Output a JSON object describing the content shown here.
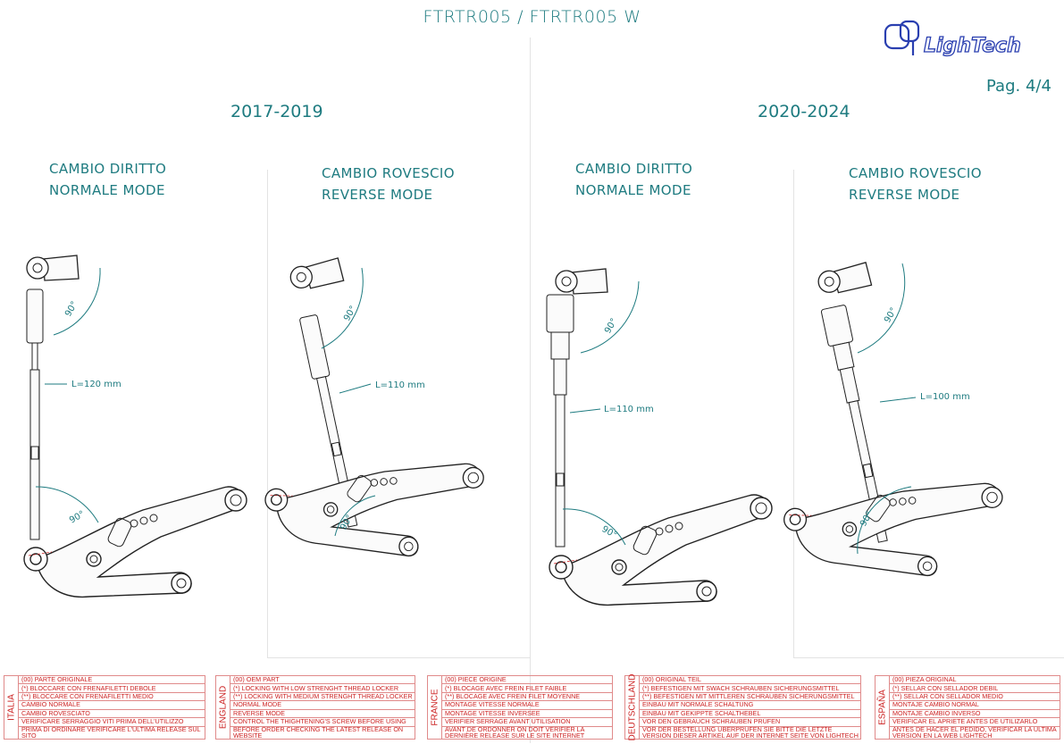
{
  "header": {
    "title": "FTRTR005 / FTRTR005 W",
    "brand": "LighTech",
    "page": "Pag. 4/4"
  },
  "periods": [
    "2017-2019",
    "2020-2024"
  ],
  "panels": [
    {
      "mode_it": "CAMBIO DIRITTO",
      "mode_en": "NORMALE MODE",
      "length": "L=120 mm",
      "angle_top": "90°",
      "angle_bottom": "90°"
    },
    {
      "mode_it": "CAMBIO ROVESCIO",
      "mode_en": "REVERSE MODE",
      "length": "L=110 mm",
      "angle_top": "90°",
      "angle_bottom": "90°"
    },
    {
      "mode_it": "CAMBIO DIRITTO",
      "mode_en": "NORMALE MODE",
      "length": "L=110 mm",
      "angle_top": "90°",
      "angle_bottom": "90°"
    },
    {
      "mode_it": "CAMBIO ROVESCIO",
      "mode_en": "REVERSE MODE",
      "length": "L=100 mm",
      "angle_top": "90°",
      "angle_bottom": "90°"
    }
  ],
  "legends": [
    {
      "country": "ITALIA",
      "rows": [
        "(00) PARTE ORIGINALE",
        "(*)   BLOCCARE CON FRENAFILETTI DEBOLE",
        "(**)  BLOCCARE CON FRENAFILETTI MEDIO",
        "CAMBIO NORMALE",
        "CAMBIO ROVESCIATO",
        "VERIFICARE SERRAGGIO VITI PRIMA DELL'UTILIZZO",
        "PRIMA DI ORDINARE VERIFICARE L'ULTIMA RELEASE SUL SITO"
      ]
    },
    {
      "country": "ENGLAND",
      "rows": [
        "(00) OEM PART",
        "(*)   LOCKING WITH LOW STRENGHT THREAD LOCKER",
        "(**)  LOCKING WITH MEDIUM STRENGHT THREAD LOCKER",
        "NORMAL MODE",
        "REVERSE MODE",
        "CONTROL THE THIGHTENING'S SCREW BEFORE USING",
        "BEFORE ORDER CHECKING THE LATEST RELEASE ON WEBSITE"
      ]
    },
    {
      "country": "FRANCE",
      "rows": [
        "(00) PIECE ORIGINE",
        "(*)   BLOCAGE AVEC FREIN FILET FAIBLE",
        "(**)  BLOCAGE AVEC FREIN FILET MOYENNE",
        "MONTAGE VITESSE NORMALE",
        "MONTAGE VITESSE INVERSEE",
        "VERIFIER SERRAGE AVANT UTILISATION",
        "AVANT DE ORDONNER ON DOIT VÉRIFIER LA DERNIÈRE RELEASE SUR LE SITE INTERNET"
      ]
    },
    {
      "country": "DEUTSCHLAND",
      "rows": [
        "(00) ORIGINAL TEIL",
        "(*)   BEFESTIGEN MIT SWACH SCHRAUBEN SICHERUNGSMITTEL",
        "(**)  BEFESTIGEN MIT MITTLEREN SCHRAUBEN SICHERUNGSMITTEL",
        "EINBAU MIT NORMALE SCHALTUNG",
        "EINBAU MIT GEKIPPTE SCHALTHEBEL",
        "VOR DEN GEBRAUCH SCHRAUBEN PRÜFEN",
        "VOR DER BESTELLUNG ÜBERPRÜFEN SIE BITTE DIE LETZTE VERSION DIESER ARTIKEL AUF DER INTERNET SEITE VON LIGHTECH"
      ]
    },
    {
      "country": "ESPAÑA",
      "rows": [
        "(00) PIEZA ORIGINAL",
        "(*)   SELLAR CON SELLADOR DEBIL",
        "(**)  SELLAR CON SELLADOR MEDIO",
        "MONTAJE CAMBIO NORMAL",
        "MONTAJE CAMBIO INVERSO",
        "VERIFICAR EL APRIETE ANTES DE UTILIZARLO",
        "ANTES DE HACER EL PEDIDO, VERIFICAR LA ULTIMA VERSION EN LA WEB LIGHTECH"
      ]
    }
  ]
}
